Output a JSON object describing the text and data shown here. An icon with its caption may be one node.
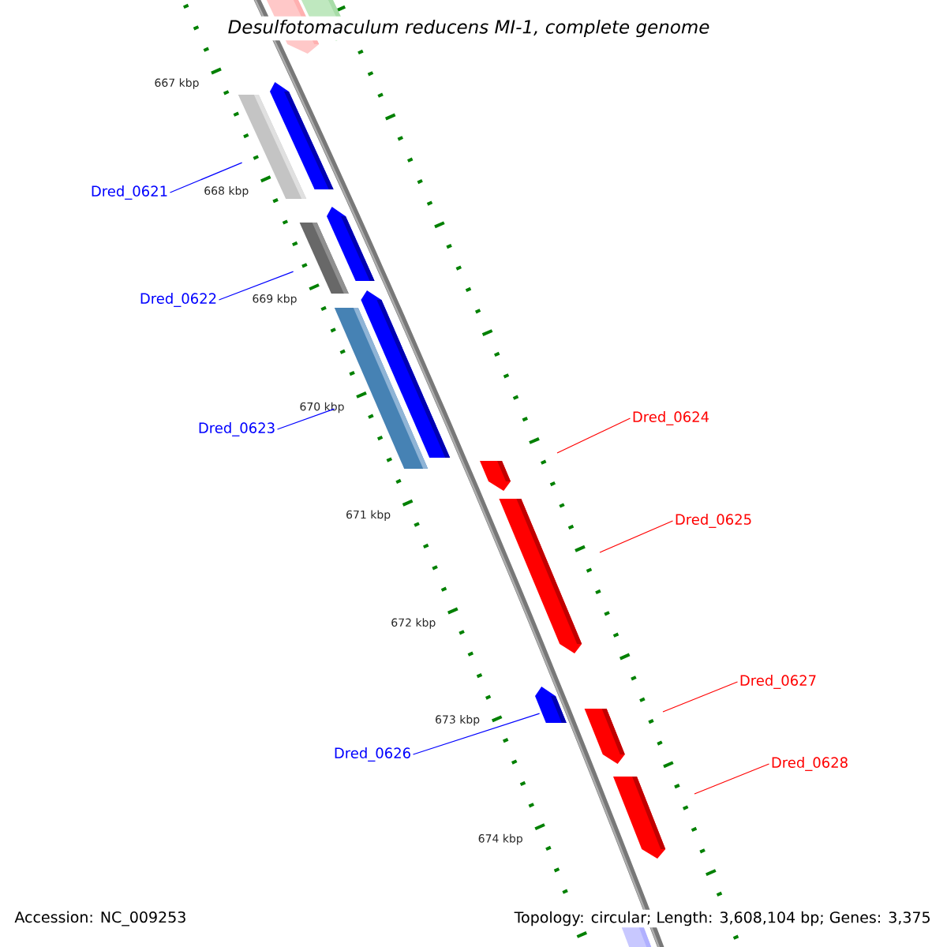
{
  "diagram": {
    "title": "Desulfotomaculum reducens MI-1, complete genome",
    "nodes": [
      {
        "text": [
          "Dred_0621"
        ]
      },
      {
        "text": [
          "Dred_0622"
        ]
      },
      {
        "text": [
          "Dred_0623"
        ]
      },
      {
        "text": [
          "Dred_0624"
        ]
      },
      {
        "text": [
          "Dred_0625"
        ]
      },
      {
        "text": [
          "Dred_0626"
        ]
      },
      {
        "text": [
          "Dred_0627"
        ]
      },
      {
        "text": [
          "Dred_0628"
        ]
      },
      {
        "text": [],
        "shape": "bar"
      },
      {
        "text": [],
        "shape": "bar"
      },
      {
        "text": [],
        "shape": "bar"
      },
      {
        "text": [],
        "shape": "arrow"
      }
    ],
    "edges": [
      {
        "from": 0,
        "to": 8,
        "arrow": "none",
        "color": "#0000ff"
      },
      {
        "from": 1,
        "to": 9,
        "arrow": "none",
        "color": "#0000ff"
      },
      {
        "from": 2,
        "to": 10,
        "arrow": "none",
        "color": "#0000ff"
      },
      {
        "from": 3,
        "to": null,
        "arrow": "none",
        "color": "#ff0000"
      },
      {
        "from": 4,
        "to": null,
        "arrow": "none",
        "color": "#ff0000"
      },
      {
        "from": 5,
        "to": 11,
        "arrow": "none",
        "color": "#0000ff"
      },
      {
        "from": 6,
        "to": null,
        "arrow": "none",
        "color": "#ff0000"
      },
      {
        "from": 7,
        "to": null,
        "arrow": "none",
        "color": "#ff0000"
      }
    ],
    "labels": [
      "667 kbp",
      "668 kbp",
      "669 kbp",
      "670 kbp",
      "671 kbp",
      "672 kbp",
      "673 kbp",
      "674 kbp",
      "Accession: NC_009253",
      "Topology: circular; Length: 3,608,104 bp; Genes: 3,375"
    ]
  }
}
